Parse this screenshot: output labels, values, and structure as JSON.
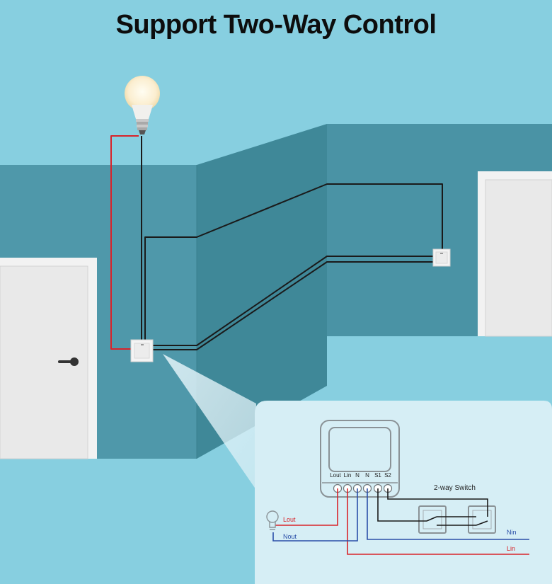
{
  "title": "Support Two-Way Control",
  "colors": {
    "sky": "#87cfe0",
    "wall_left": "#4f98aa",
    "wall_mid": "#3f8898",
    "wall_right": "#4a93a5",
    "inset_panel": "#d6eef5",
    "live_wire": "#d8232a",
    "neutral_wire": "#2a4fa8",
    "control_wire": "#1a1a1a"
  },
  "module": {
    "terminals": [
      "Lout",
      "Lin",
      "N",
      "N",
      "S1",
      "S2"
    ]
  },
  "switch_label": "2-way Switch",
  "wire_labels": {
    "lout": "Lout",
    "nout": "Nout",
    "nin": "Nin",
    "lin": "Lin"
  },
  "icons": [
    "light-bulb-icon",
    "wall-switch-icon",
    "door-handle-icon",
    "bulb-outline-icon"
  ]
}
